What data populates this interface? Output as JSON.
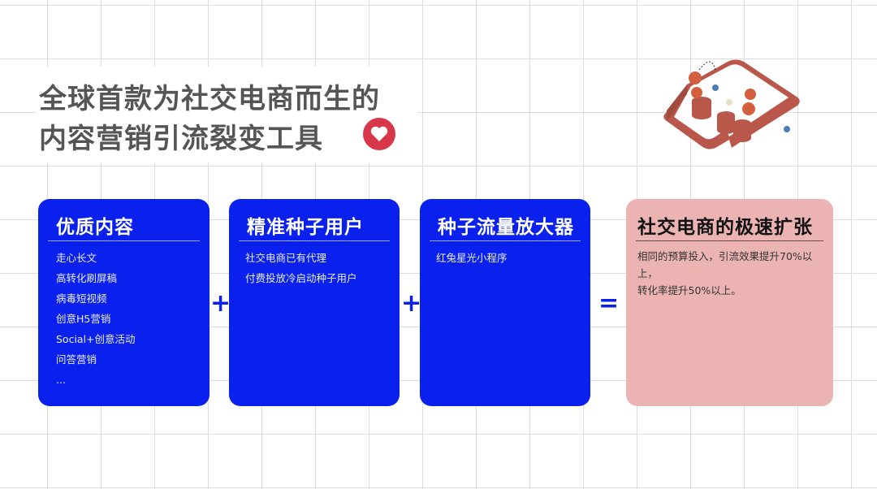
{
  "header": {
    "title_line1": "全球首款为社交电商而生的",
    "title_line2": "内容营销引流裂变工具",
    "heart_icon": "heart-icon",
    "heart_color": "#d8374a"
  },
  "cards": [
    {
      "title": "优质内容",
      "items": [
        "走心长文",
        "高转化刷屏稿",
        "病毒短视频",
        "创意H5营销",
        "Social+创意活动",
        "问答营销",
        "..."
      ]
    },
    {
      "title": "精准种子用户",
      "items": [
        "社交电商已有代理",
        "付费投放冷启动种子用户"
      ]
    },
    {
      "title": "种子流量放大器",
      "items": [
        "红兔星光小程序"
      ]
    },
    {
      "title": "社交电商的极速扩张",
      "line1": "相同的预算投入，引流效果提升70%以上，",
      "line2": "转化率提升50%以上。"
    }
  ],
  "operators": {
    "plus": "+",
    "equals": "="
  },
  "colors": {
    "blue": "#0a21ee",
    "pink": "#ebb4b3",
    "illustration": "#c0604f"
  }
}
